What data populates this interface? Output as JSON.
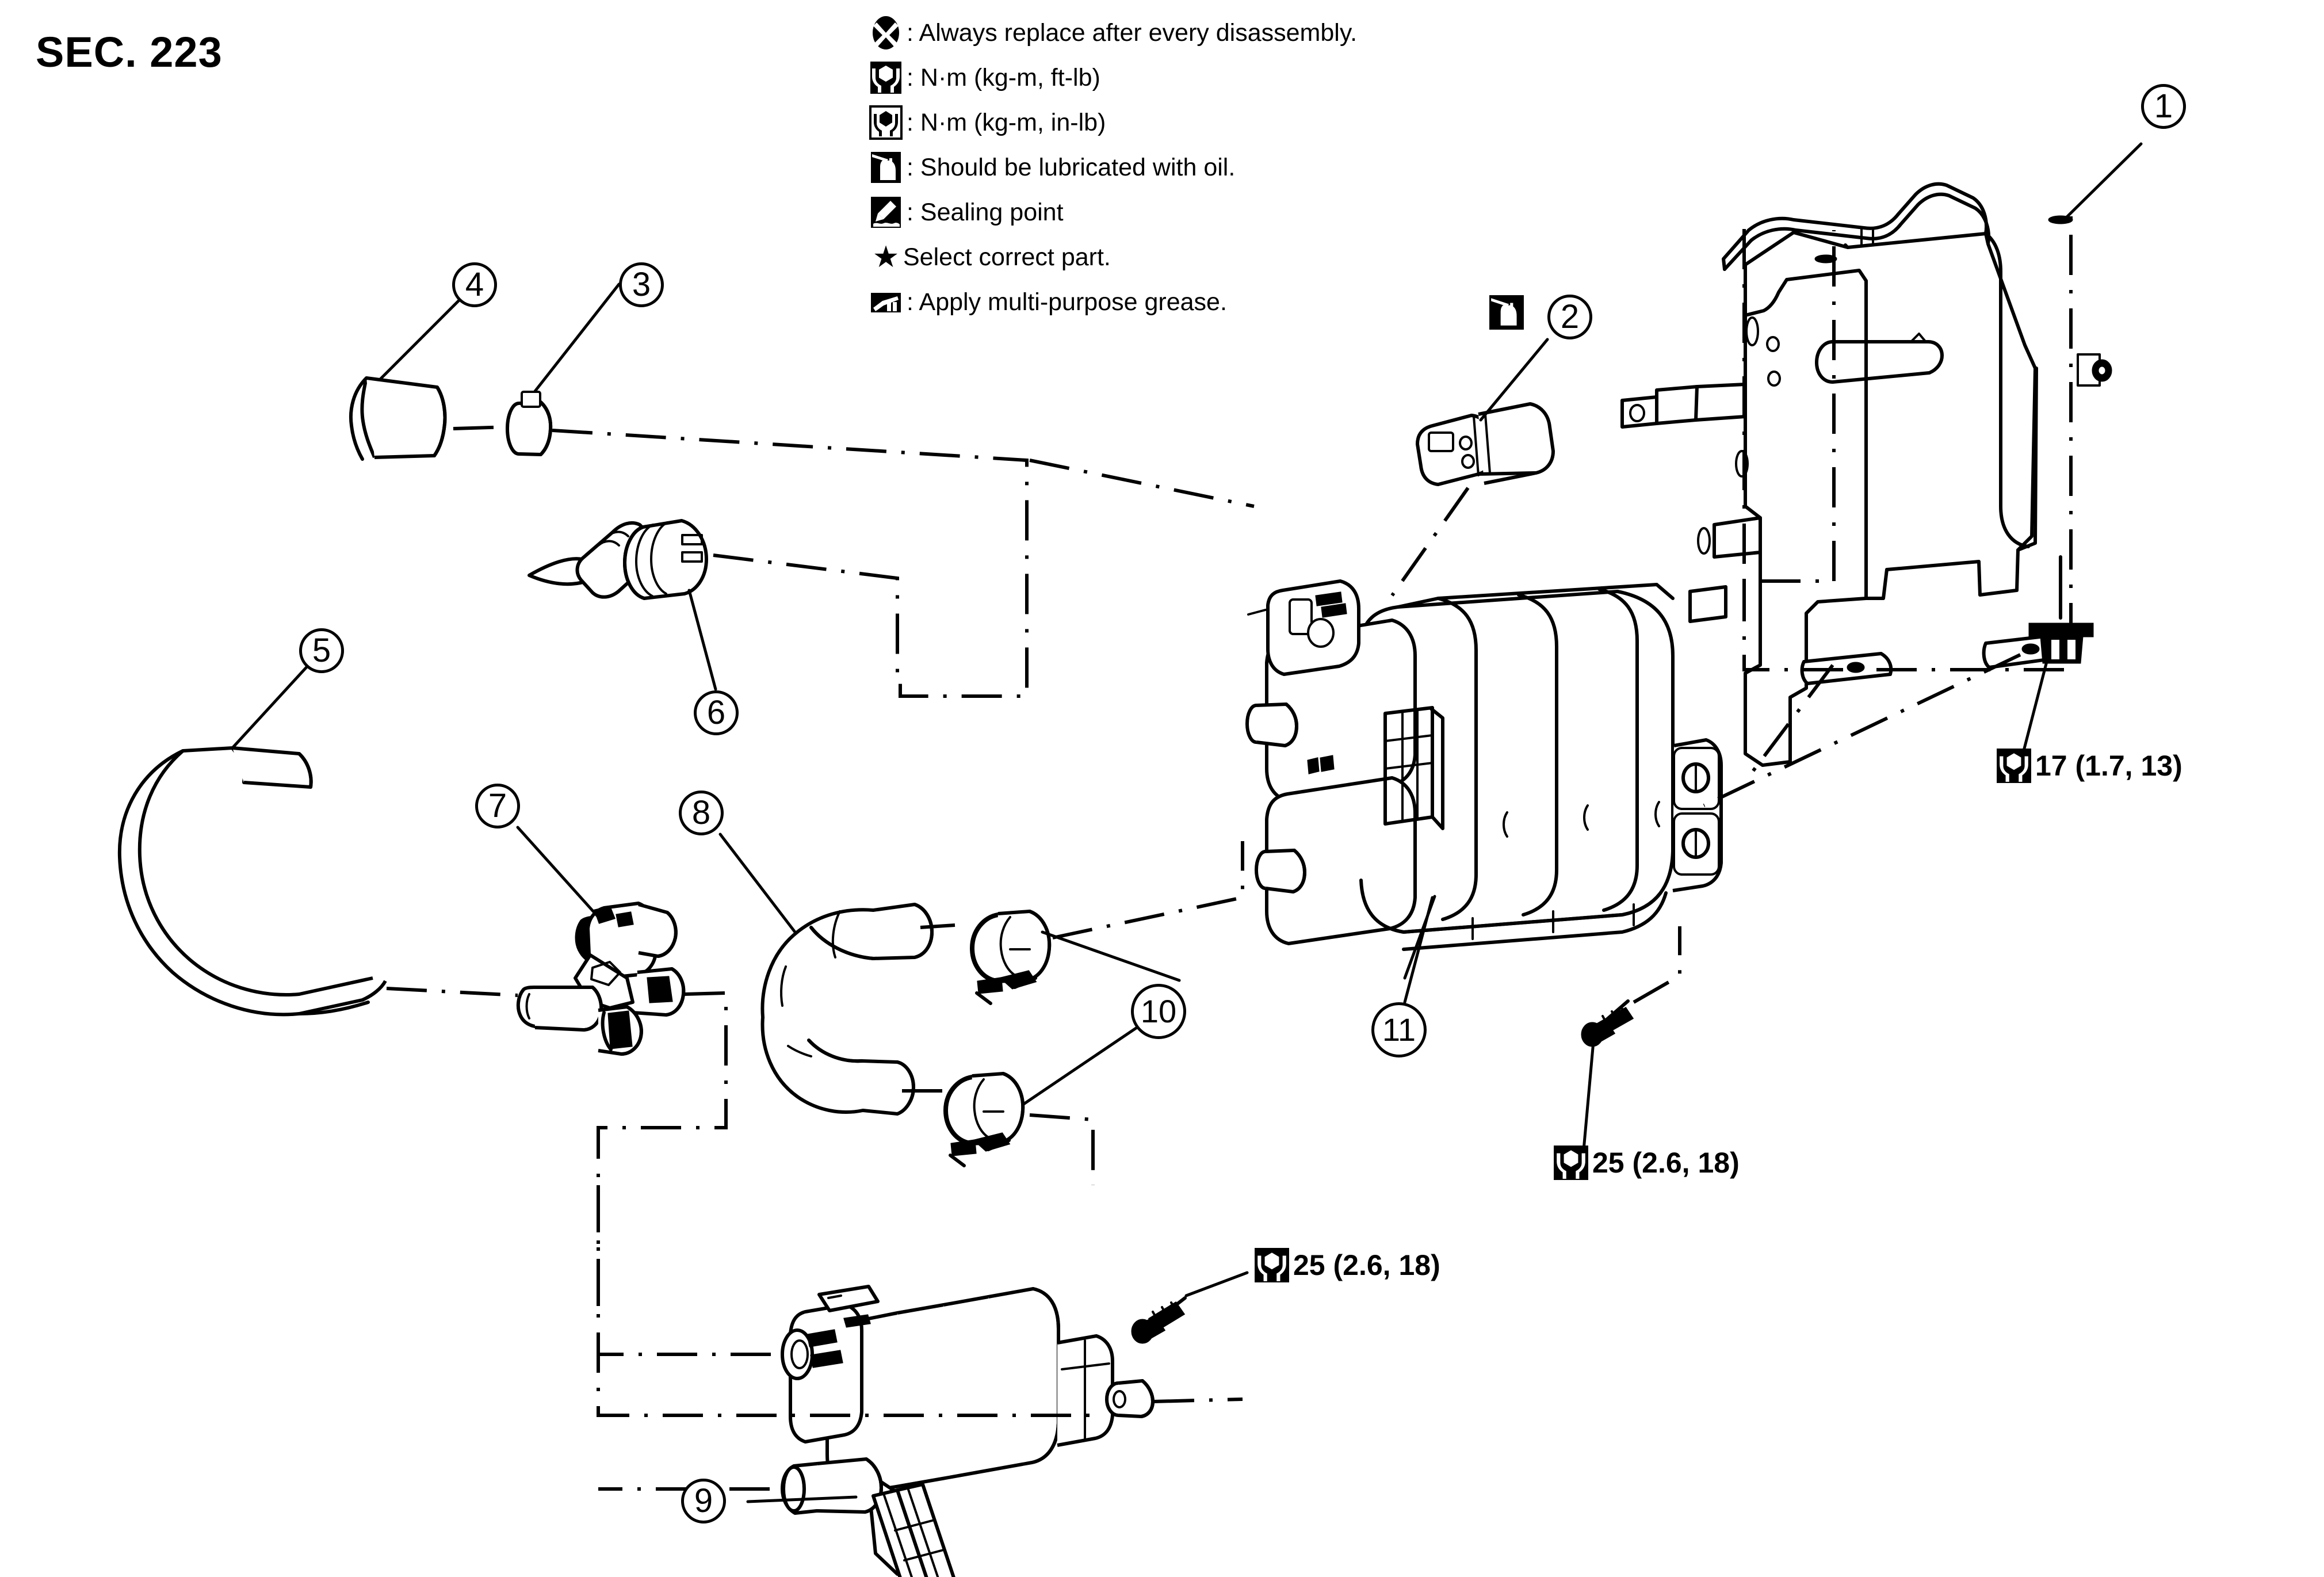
{
  "section": {
    "title": "SEC. 223"
  },
  "legend": {
    "items": [
      {
        "icon": "replace-part-icon",
        "text": ": Always replace after every disassembly."
      },
      {
        "icon": "torque-ftlb-icon",
        "text": ": N·m (kg-m, ft-lb)"
      },
      {
        "icon": "torque-inlb-icon",
        "text": ": N·m (kg-m, in-lb)"
      },
      {
        "icon": "oil-can-icon",
        "text": ": Should be lubricated with oil."
      },
      {
        "icon": "sealant-icon",
        "text": ": Sealing point"
      },
      {
        "icon": "star-icon",
        "text": "Select correct part."
      },
      {
        "icon": "grease-icon",
        "text": ": Apply multi-purpose grease."
      }
    ]
  },
  "torque_specs": [
    {
      "id": "torque-17",
      "icon": "torque-ftlb-icon",
      "value": "17 (1.7, 13)"
    },
    {
      "id": "torque-25-upper",
      "icon": "torque-ftlb-icon",
      "value": "25 (2.6, 18)"
    },
    {
      "id": "torque-25-lower",
      "icon": "torque-ftlb-icon",
      "value": "25 (2.6, 18)"
    }
  ],
  "callouts": [
    {
      "number": "1"
    },
    {
      "number": "2"
    },
    {
      "number": "3"
    },
    {
      "number": "4"
    },
    {
      "number": "5"
    },
    {
      "number": "6"
    },
    {
      "number": "7"
    },
    {
      "number": "8"
    },
    {
      "number": "9"
    },
    {
      "number": "10"
    },
    {
      "number": "11"
    }
  ],
  "colors": {
    "line": "#000000",
    "background": "#ffffff"
  }
}
